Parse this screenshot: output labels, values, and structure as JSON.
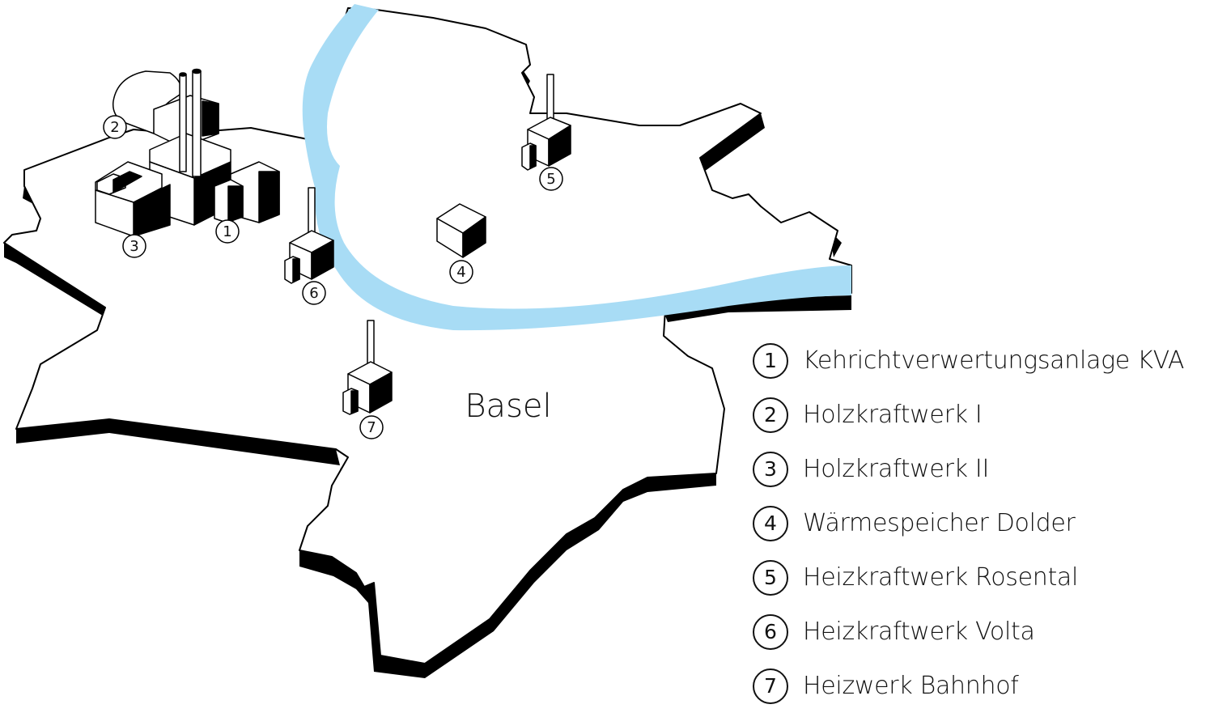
{
  "city_name": "Basel",
  "colors": {
    "river": "#a8dcf5",
    "outline": "#000000",
    "fill": "#ffffff"
  },
  "sites": [
    {
      "num": "1",
      "label": "Kehrichtverwertungsanlage KVA"
    },
    {
      "num": "2",
      "label": "Holzkraftwerk I"
    },
    {
      "num": "3",
      "label": "Holzkraftwerk II"
    },
    {
      "num": "4",
      "label": "Wärmespeicher Dolder"
    },
    {
      "num": "5",
      "label": "Heizkraftwerk Rosental"
    },
    {
      "num": "6",
      "label": "Heizkraftwerk Volta"
    },
    {
      "num": "7",
      "label": "Heizwerk Bahnhof"
    }
  ]
}
